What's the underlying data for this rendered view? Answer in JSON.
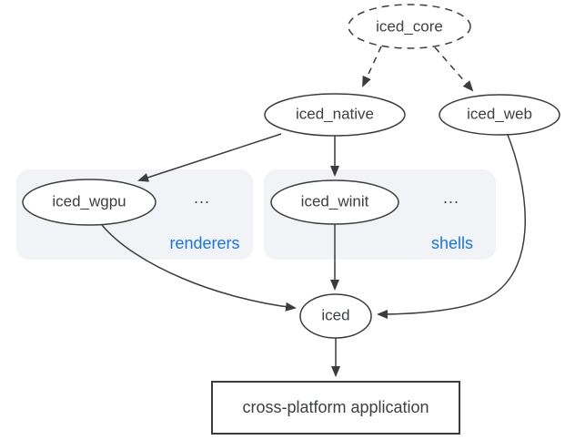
{
  "diagram": {
    "nodes": {
      "core": {
        "label": "iced_core",
        "shape": "ellipse-dashed"
      },
      "native": {
        "label": "iced_native",
        "shape": "ellipse"
      },
      "web": {
        "label": "iced_web",
        "shape": "ellipse"
      },
      "wgpu": {
        "label": "iced_wgpu",
        "shape": "ellipse"
      },
      "winit": {
        "label": "iced_winit",
        "shape": "ellipse"
      },
      "iced": {
        "label": "iced",
        "shape": "ellipse"
      },
      "app": {
        "label": "cross-platform application",
        "shape": "rectangle"
      }
    },
    "groups": {
      "renderers": {
        "label": "renderers",
        "more": "..."
      },
      "shells": {
        "label": "shells",
        "more": "..."
      }
    },
    "edges": [
      {
        "from": "iced_core",
        "to": "iced_native",
        "style": "dashed"
      },
      {
        "from": "iced_core",
        "to": "iced_web",
        "style": "dashed"
      },
      {
        "from": "iced_native",
        "to": "iced_wgpu",
        "style": "solid"
      },
      {
        "from": "iced_native",
        "to": "iced_winit",
        "style": "solid"
      },
      {
        "from": "iced_wgpu",
        "to": "iced",
        "style": "solid"
      },
      {
        "from": "iced_winit",
        "to": "iced",
        "style": "solid"
      },
      {
        "from": "iced_web",
        "to": "iced",
        "style": "solid"
      },
      {
        "from": "iced",
        "to": "cross-platform application",
        "style": "solid"
      }
    ],
    "colors": {
      "stroke": "#3c3c3c",
      "text": "#3c4043",
      "accent_blue": "#1a73e8",
      "group_fill": "#f1f3f6",
      "background": "#ffffff"
    }
  }
}
